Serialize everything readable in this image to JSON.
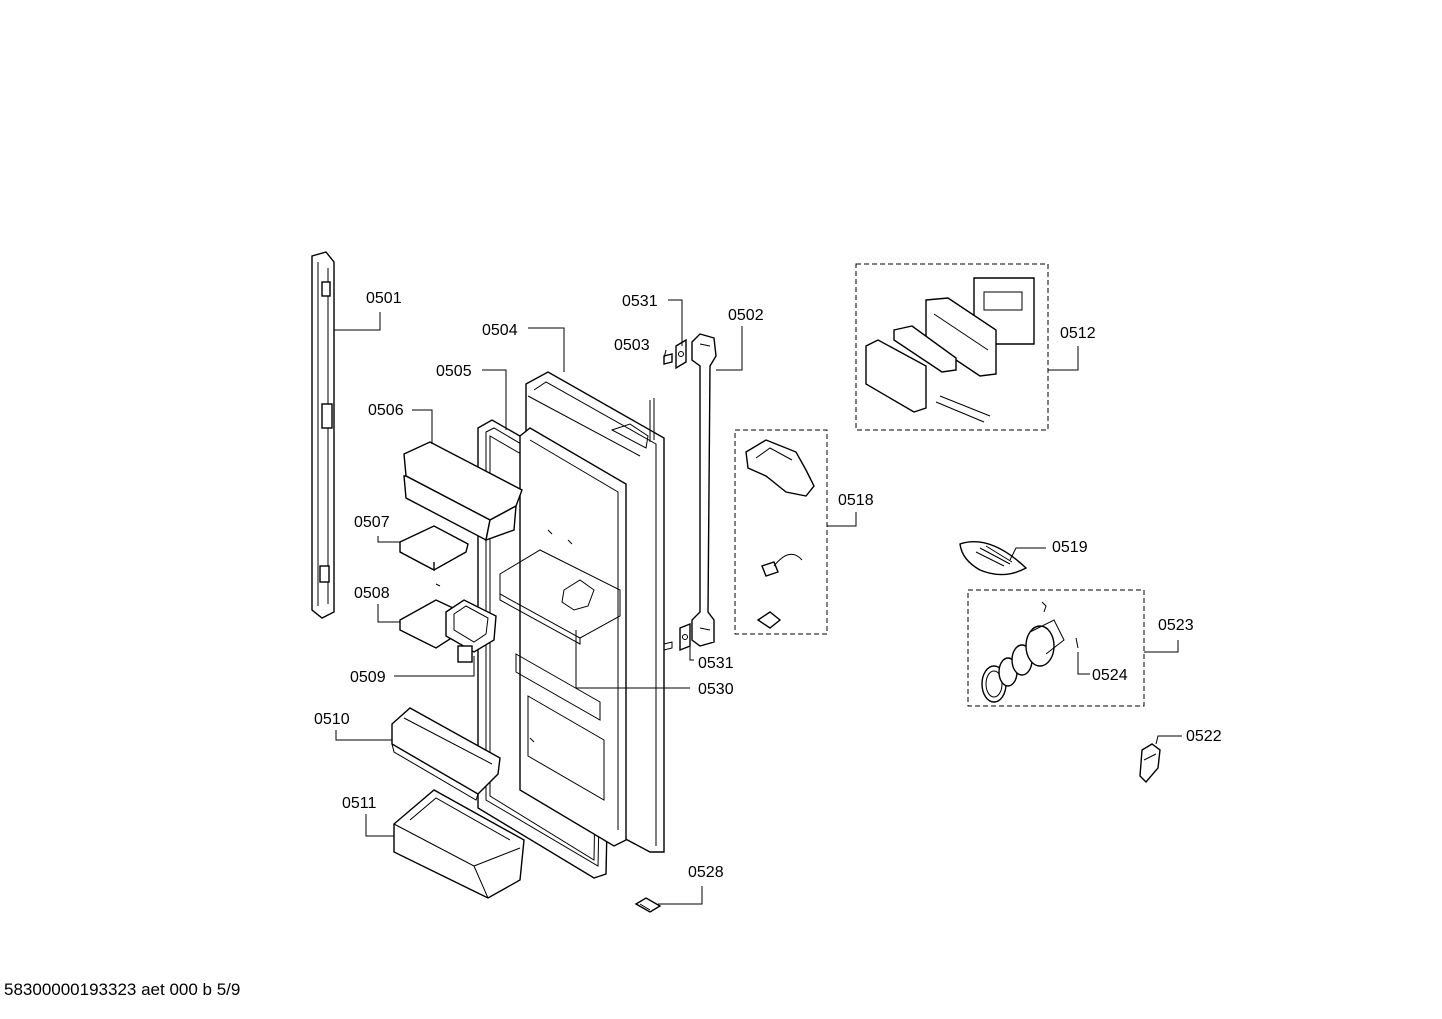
{
  "diagram": {
    "callouts": {
      "c0501": "0501",
      "c0502": "0502",
      "c0503": "0503",
      "c0504": "0504",
      "c0505": "0505",
      "c0506": "0506",
      "c0507": "0507",
      "c0508": "0508",
      "c0509": "0509",
      "c0510": "0510",
      "c0511": "0511",
      "c0512": "0512",
      "c0518": "0518",
      "c0519": "0519",
      "c0522": "0522",
      "c0523": "0523",
      "c0524": "0524",
      "c0528": "0528",
      "c0530": "0530",
      "c0531a": "0531",
      "c0531b": "0531"
    }
  },
  "footer": {
    "document_id": "58300000193323 aet 000 b 5/9"
  }
}
